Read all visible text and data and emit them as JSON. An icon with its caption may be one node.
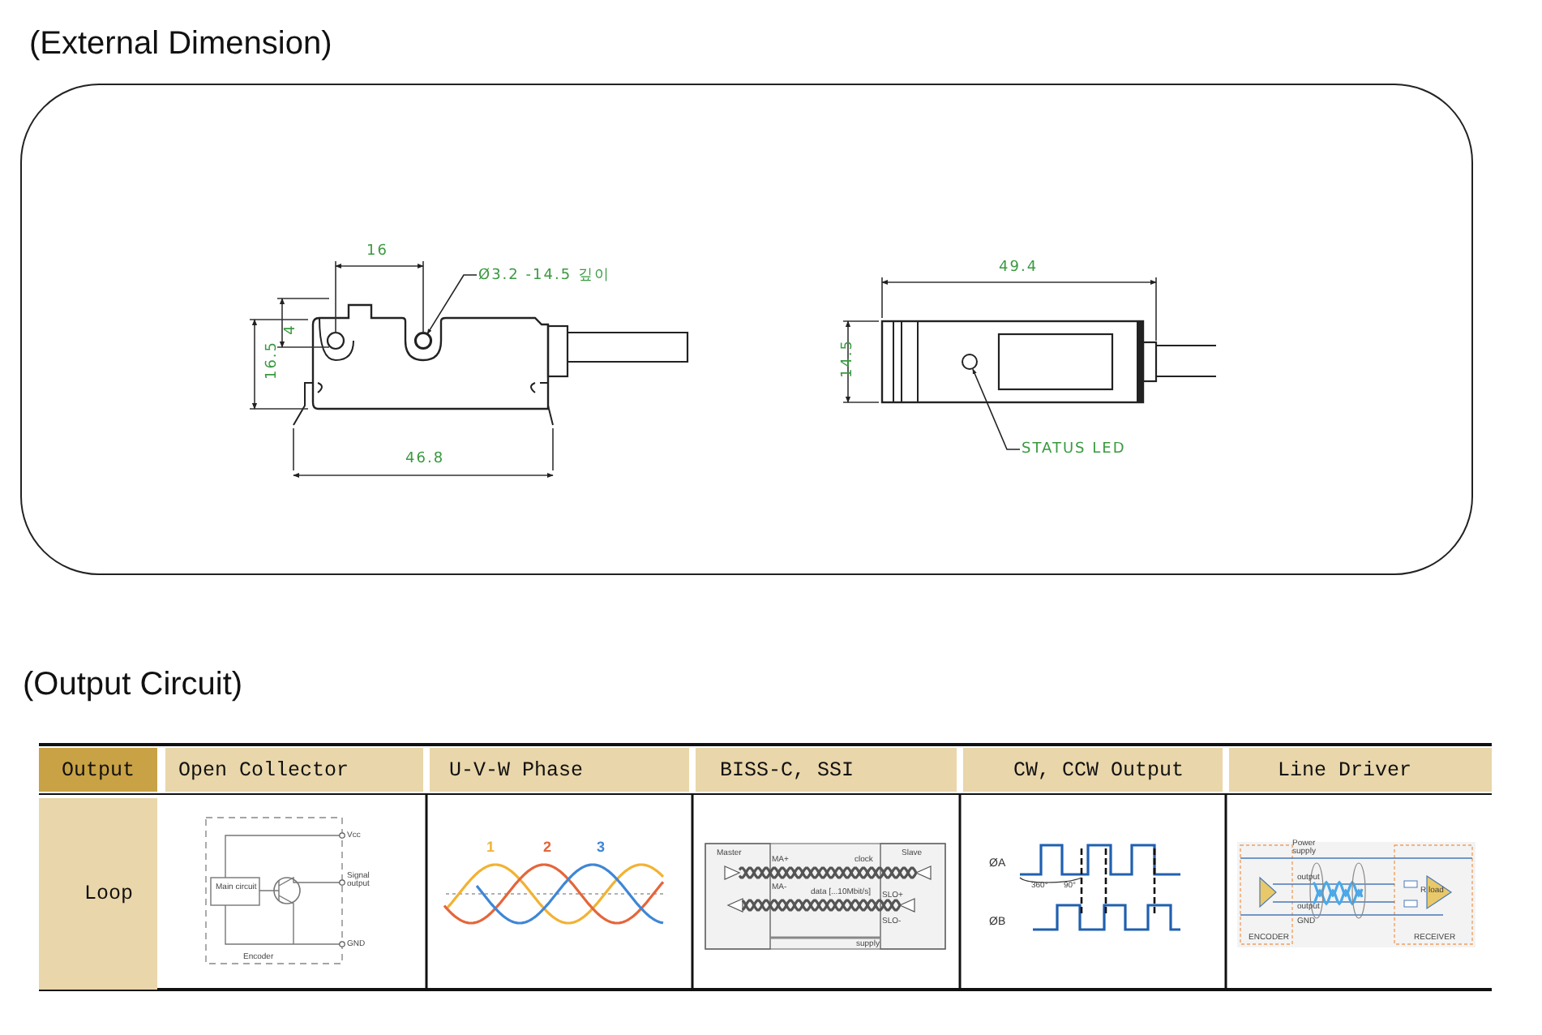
{
  "diagram": {
    "nodes": [
      {
        "text": [
          "Ø3.2 -14.5 깊이"
        ]
      },
      {
        "text": [],
        "shape": "circle"
      },
      {
        "text": [],
        "shape": "circle"
      },
      {
        "text": [
          "STATUS LED"
        ]
      }
    ],
    "edges": [
      {
        "from": 0,
        "to": 1,
        "arrow": "to"
      },
      {
        "from": 3,
        "to": 2,
        "arrow": "to"
      }
    ],
    "labels": [
      "(External Dimension)",
      "16",
      "49.4",
      "4",
      "16.5",
      "14.5",
      "46.8",
      "(Output Circuit)",
      "Output",
      "Open Collector",
      "U-V-W Phase",
      "BISS-C, SSI",
      "CW, CCW Output",
      "Line Driver",
      "Loop",
      "Vcc",
      "Signal output",
      "Main circuit",
      "GND",
      "Encoder",
      "1",
      "2",
      "3",
      "Master",
      "MA+",
      "clock",
      "Slave",
      "MA-",
      "data [...10Mbit/s]",
      "SLO+",
      "SLO-",
      "supply",
      "ØA",
      "360°",
      "90°",
      "ØB",
      "Power supply",
      "output",
      "output",
      "GND",
      "R load",
      "ENCODER",
      "RECEIVER"
    ]
  }
}
